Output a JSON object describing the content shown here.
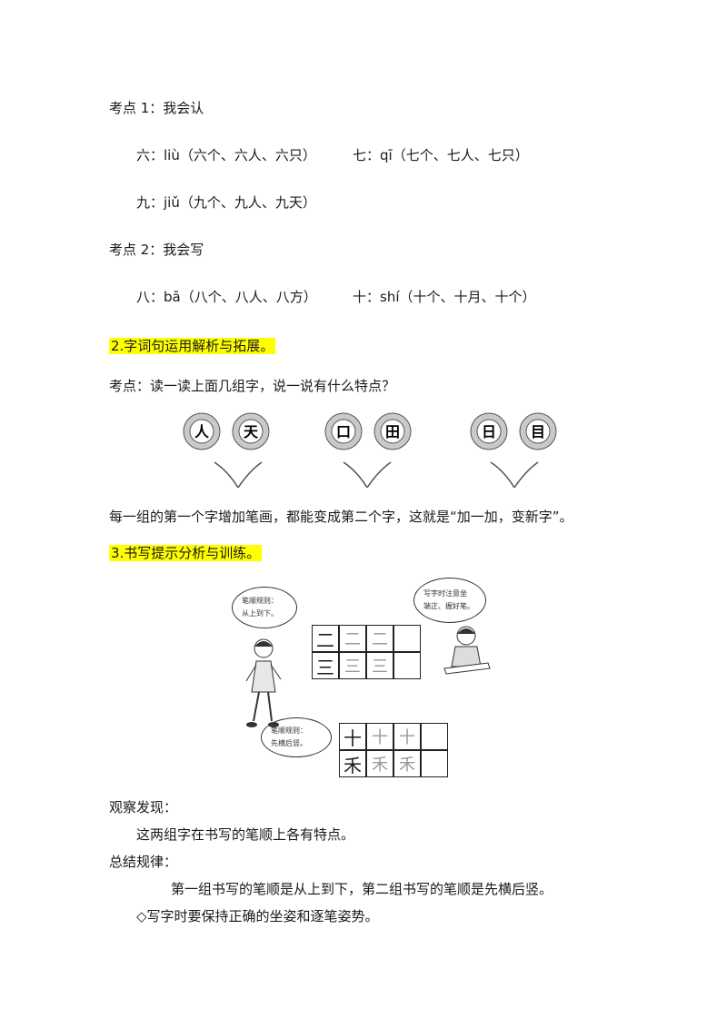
{
  "section1": {
    "title_a": "考点 1：我会认",
    "row1_left": "六：liù（六个、六人、六只）",
    "row1_right": "七：qī（七个、七人、七只）",
    "row2": "九：jiǔ（九个、九人、九天）",
    "title_b": "考点 2：我会写",
    "row3_left": "八：bā（八个、八人、八方）",
    "row3_right": "十：shí（十个、十月、十个）"
  },
  "section2": {
    "heading": "2.字词句运用解析与拓展。",
    "question": "考点：读一读上面几组字，说一说有什么特点？",
    "flowers": [
      {
        "a": "人",
        "b": "天"
      },
      {
        "a": "口",
        "b": "田"
      },
      {
        "a": "日",
        "b": "目"
      }
    ],
    "explanation": "每一组的第一个字增加笔画，都能变成第二个字，这就是“加一加，变新字”。"
  },
  "section3": {
    "heading": "3.书写提示分析与训练。",
    "bubble_girl": [
      "笔顺规则：",
      "从上到下。"
    ],
    "bubble_boy": [
      "写字时注意坐",
      "端正、握好笔。"
    ],
    "bubble_bottom": [
      "笔顺规则：",
      "先横后竖。"
    ],
    "grid1": [
      [
        "二",
        "二",
        "二",
        ""
      ],
      [
        "三",
        "三",
        "三",
        ""
      ]
    ],
    "grid2": [
      [
        "十",
        "十",
        "十",
        ""
      ],
      [
        "禾",
        "禾",
        "禾",
        ""
      ]
    ],
    "observe_label": "观察发现：",
    "observe_text": "这两组字在书写的笔顺上各有特点。",
    "summary_label": "总结规律：",
    "summary_text": "第一组书写的笔顺是从上到下，第二组书写的笔顺是先横后竖。",
    "tip": "◇写字时要保持正确的坐姿和逐笔姿势。"
  },
  "colors": {
    "highlight": "#ffff00",
    "petal": "#bdbdbd",
    "stem": "#555555"
  }
}
